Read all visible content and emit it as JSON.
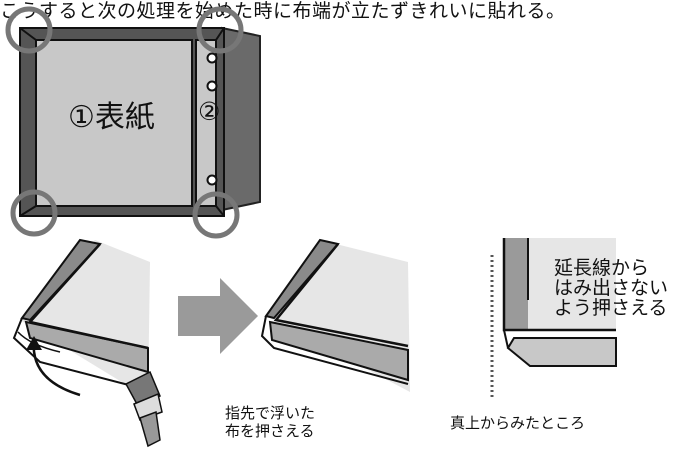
{
  "header": {
    "text": "こうすると次の処理を始めた時に布端が立たずきれいに貼れる。"
  },
  "binder_diagram": {
    "cover_label": "①表紙",
    "spine_label": "②"
  },
  "step_diagram": {
    "caption": "指先で浮いた\n布を押さえる"
  },
  "top_view": {
    "note": "延長線から\nはみ出さない\nよう押さえる",
    "caption": "真上からみたところ"
  },
  "colors": {
    "cover_fill": "#c8c8c8",
    "dark_gray": "#666666",
    "circle_stroke": "#777777",
    "arrow_fill": "#9a9a9a"
  }
}
